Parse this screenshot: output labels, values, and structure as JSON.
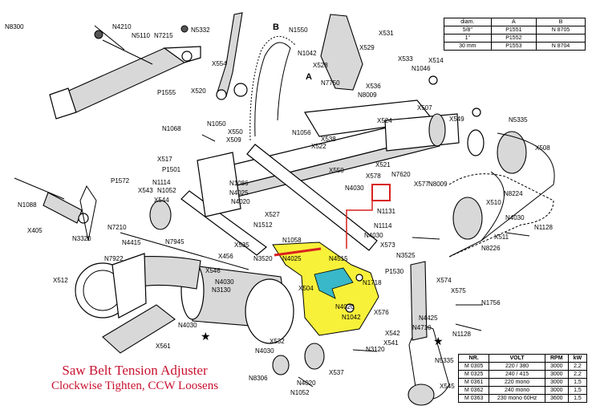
{
  "colors": {
    "highlight_yellow": "#f7f13a",
    "highlight_teal": "#38b8c8",
    "marker_red": "#d8201e",
    "caption_red": "#c8102e"
  },
  "caption": {
    "title": "Saw Belt Tension Adjuster",
    "subtitle": "Clockwise Tighten, CCW Loosens"
  },
  "diam_table": {
    "headers": [
      "diam.",
      "A",
      "B"
    ],
    "rows": [
      [
        "5/8\"",
        "P1551",
        "N 8705"
      ],
      [
        "1\"",
        "P1552",
        ""
      ],
      [
        "30 mm",
        "P1553",
        "N 8704"
      ]
    ]
  },
  "motor_table": {
    "headers": [
      "NR.",
      "VOLT",
      "RPM",
      "kW"
    ],
    "rows": [
      [
        "M 0305",
        "220 / 380",
        "3000",
        "2,2"
      ],
      [
        "M 0325",
        "240 / 415",
        "3000",
        "2,2"
      ],
      [
        "M 0361",
        "220 mono",
        "3000",
        "1,5"
      ],
      [
        "M 0362",
        "240 mono",
        "3000",
        "1,5"
      ],
      [
        "M 0363",
        "230 mono 60Hz",
        "3600",
        "1,5"
      ]
    ]
  },
  "view_letters": [
    "A",
    "B"
  ],
  "part_labels": [
    "N8300",
    "N4210",
    "N5110",
    "N7215",
    "N5332",
    "P1555",
    "X554",
    "X520",
    "N1550",
    "X531",
    "N1042",
    "X529",
    "X528",
    "X536",
    "N7750",
    "N8009",
    "X533",
    "N1046",
    "X514",
    "X507",
    "X524",
    "X549",
    "N5335",
    "X508",
    "N1050",
    "N1068",
    "X550",
    "X509",
    "N1056",
    "X538",
    "X522",
    "X521",
    "X517",
    "P1501",
    "N1114",
    "N1086",
    "N4025",
    "N4020",
    "X550",
    "X578",
    "N7620",
    "X577",
    "N8009",
    "N8224",
    "X510",
    "N4030",
    "X511",
    "N1128",
    "N8226",
    "P1572",
    "X543",
    "N1052",
    "X544",
    "N1088",
    "X405",
    "N3320",
    "N7210",
    "N4415",
    "X527",
    "N1512",
    "N4030",
    "N1131",
    "N1114",
    "N4030",
    "X573",
    "X535",
    "N1058",
    "N4025",
    "N4515",
    "N3525",
    "N7945",
    "N7922",
    "X456",
    "N3520",
    "X512",
    "X546",
    "N4030",
    "N3130",
    "X561",
    "N4030",
    "N1718",
    "X504",
    "N4020",
    "N1042",
    "P1530",
    "X574",
    "X575",
    "N1756",
    "X576",
    "N4425",
    "N4710",
    "N1128",
    "X542",
    "X541",
    "N3120",
    "X532",
    "N4030",
    "X537",
    "N8306",
    "N4020",
    "N1052",
    "N5335",
    "X545"
  ]
}
